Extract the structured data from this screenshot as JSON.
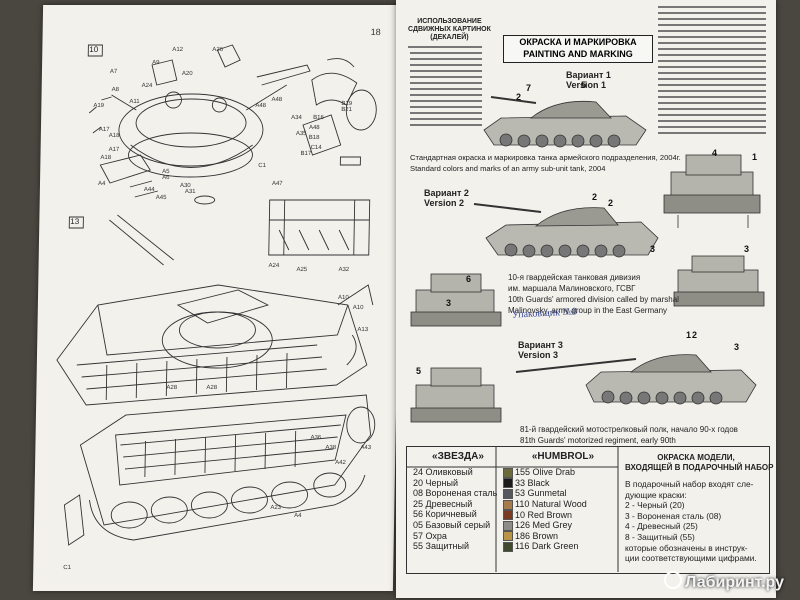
{
  "left": {
    "step_10": "10",
    "step_13": "13",
    "page_corner": "18",
    "part_labels": [
      "A12",
      "A26",
      "A9",
      "A24",
      "A20",
      "A7",
      "A8",
      "A11",
      "A48",
      "A48",
      "A34",
      "A35",
      "A19",
      "A17",
      "A18",
      "A17",
      "A18",
      "A44",
      "A45",
      "A6",
      "A5",
      "A4",
      "A47",
      "C1",
      "A48",
      "C14",
      "B19",
      "B21",
      "B16",
      "B18",
      "B17",
      "A31",
      "A30",
      "A24",
      "A25",
      "A32",
      "A10",
      "A10",
      "A13",
      "A36",
      "A38",
      "A42",
      "A43",
      "C1",
      "A23",
      "A4",
      "A28",
      "A28"
    ]
  },
  "right": {
    "decal_title": "ИСПОЛЬЗОВАНИЕ\nСДВИЖНЫХ КАРТИНОК\n(ДЕКАЛЕЙ)",
    "header_ru": "ОКРАСКА И МАРКИРОВКА",
    "header_en": "PAINTING AND MARKING",
    "v1_ru": "Вариант 1",
    "v1_en": "Version 1",
    "v1_cap_ru": "Стандартная окраска и маркировка танка армейского подразделения, 2004г.",
    "v1_cap_en": "Standard colors and marks of an army sub-unit tank, 2004",
    "v2_ru": "Вариант 2",
    "v2_en": "Version 2",
    "v2_cap_1": "10-я гвардейская танковая дивизия",
    "v2_cap_2": "им. маршала Малиновского, ГСВГ",
    "v2_cap_3": "10th Guards' armored division called by marshal",
    "v2_cap_4": "Malinovsky, army group in the East Germany",
    "v3_ru": "Вариант 3",
    "v3_en": "Version 3",
    "v3_cap_ru": "81-й гвардейский мотострелковый полк, начало 90-х годов",
    "v3_cap_en": "81th Guards' motorized regiment, early 90th",
    "stamp": "Упаковщик №8",
    "callouts": [
      "2",
      "7",
      "5",
      "4",
      "1",
      "2",
      "2",
      "3",
      "3",
      "6",
      "3",
      "2",
      "5",
      "1",
      "3"
    ],
    "table": {
      "zvezda_header": "«ЗВЕЗДА»",
      "humbrol_header": "«HUMBROL»",
      "zvezda_rows": [
        "24 Оливковый",
        "20 Черный",
        "08 Вороненая сталь",
        "25 Древесный",
        "56 Коричневый",
        "05 Базовый серый",
        "57 Охра",
        "55 Защитный"
      ],
      "humbrol_rows": [
        "155 Olive Drab",
        "33 Black",
        "53 Gunmetal",
        "110 Natural Wood",
        "10 Red Brown",
        "126 Med Grey",
        "186 Brown",
        "116 Dark Green"
      ],
      "gift_header": "ОКРАСКА МОДЕЛИ,\nВХОДЯЩЕЙ В ПОДАРОЧНЫЙ НАБОР",
      "gift_rows": [
        "В подарочный набор входят сле-",
        "дующие краски:",
        "2 - Черный (20)",
        "3 - Вороненая сталь (08)",
        "4 - Древесный (25)",
        "8 - Защитный (55)",
        "которые обозначены в инструк-",
        "ции соответствующими цифрами."
      ]
    },
    "colors": {
      "olive": "#6b6a3a",
      "black": "#1a1a1a",
      "gunmetal": "#55585c",
      "wood": "#a67c4c",
      "redbrown": "#7a3b22",
      "grey": "#8c8c88",
      "ochre": "#b89446",
      "green": "#3f4a2e"
    }
  },
  "watermark": "Лабиринт.ру"
}
